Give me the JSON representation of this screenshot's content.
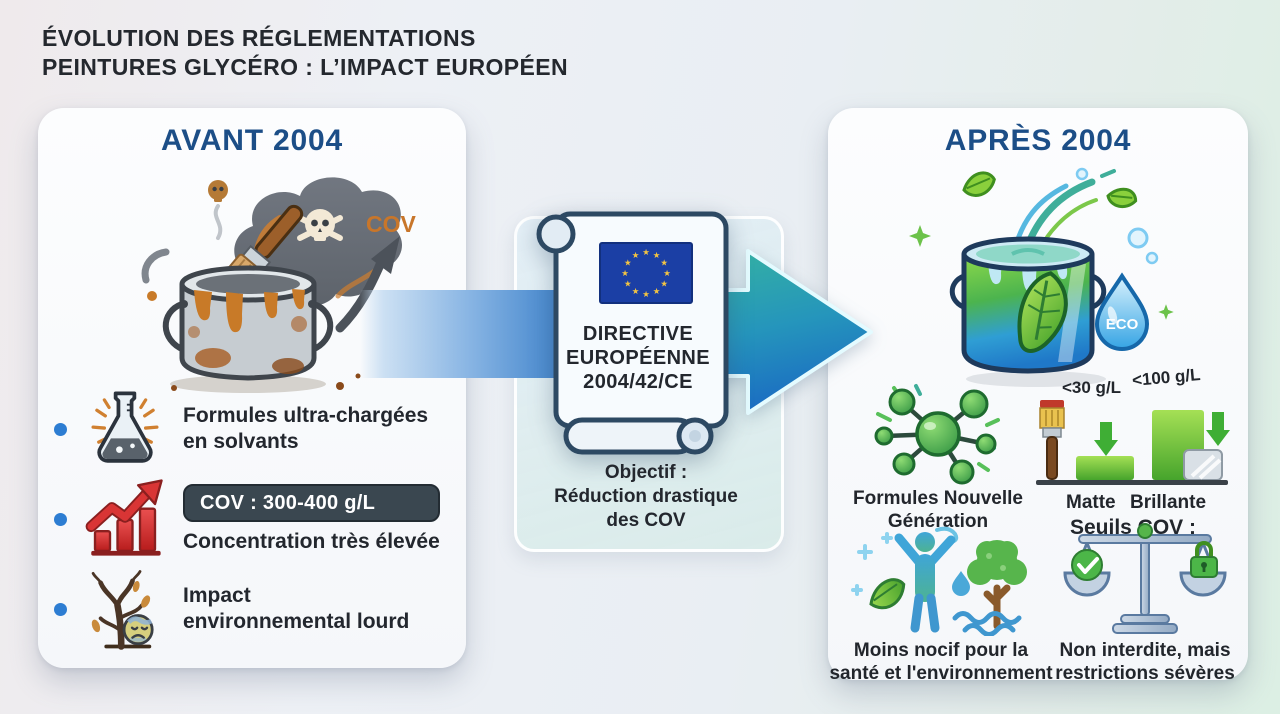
{
  "title": {
    "line1": "ÉVOLUTION DES RÉGLEMENTATIONS",
    "line2": "PEINTURES GLYCÉRO : L’IMPACT EUROPÉEN"
  },
  "before_panel": {
    "heading": "AVANT 2004",
    "smoke_label": "COV",
    "bullets": [
      {
        "icon": "flask-icon",
        "line1": "Formules ultra-chargées",
        "line2": "en solvants"
      },
      {
        "icon": "chart-up-icon",
        "badge": "COV : 300-400 g/L",
        "caption": "Concentration très élevée"
      },
      {
        "icon": "dead-tree-icon",
        "line1": "Impact",
        "line2": "environnemental lourd"
      }
    ]
  },
  "directive": {
    "flag_icon": "eu-flag-icon",
    "line1": "DIRECTIVE",
    "line2": "EUROPÉENNE",
    "line3": "2004/42/CE",
    "objective_line1": "Objectif :",
    "objective_line2": "Réduction drastique",
    "objective_line3": "des COV"
  },
  "after_panel": {
    "heading": "APRÈS 2004",
    "eco_badge": "ECO",
    "new_formulas": {
      "icon": "molecule-icon",
      "line1": "Formules Nouvelle",
      "line2": "Génération"
    },
    "voc_limits": {
      "icon": "paint-bars-icon",
      "matte_limit": "<30 g/L",
      "matte_label": "Matte",
      "brillante_limit": "<100 g/L",
      "brillante_label": "Brillante",
      "caption": "Seuils COV :"
    },
    "health": {
      "icon": "person-nature-icon",
      "line1": "Moins nocif pour la",
      "line2": "santé et l'environnement"
    },
    "restrictions": {
      "icon": "balance-scale-icon",
      "line1": "Non interdite, mais",
      "line2": "restrictions sévères"
    }
  },
  "colors": {
    "heading_blue": "#1c4e87",
    "text_dark": "#23272e",
    "arrow_blue": "#0f56a4",
    "arrow_teal": "#2fae9e",
    "badge_bg": "#3a4750",
    "alert_red": "#d32f2f",
    "eco_green": "#4cb648",
    "eu_flag_blue": "#1b3fa5",
    "star_gold": "#f4c542",
    "bullet_dot_blue": "#2d7dd2"
  }
}
